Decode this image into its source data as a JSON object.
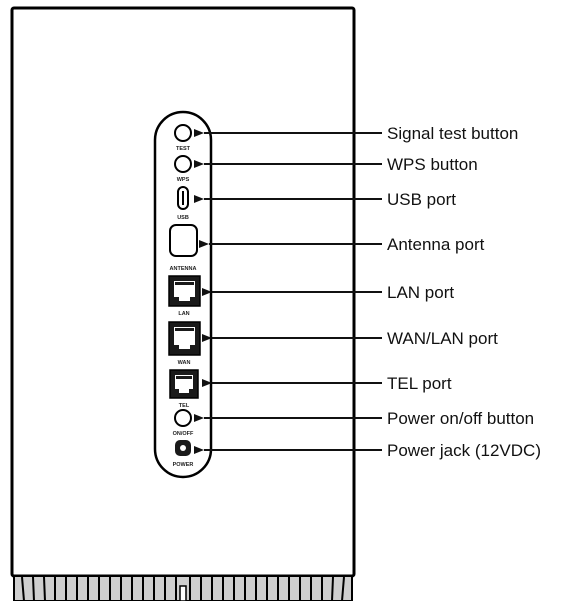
{
  "port_tags": {
    "test": "TEST",
    "wps": "WPS",
    "usb": "USB",
    "antenna": "ANTENNA",
    "lan": "LAN",
    "wan": "WAN",
    "tel": "TEL",
    "onoff": "ON/OFF",
    "power": "POWER"
  },
  "callouts": [
    "Signal test button",
    "WPS button",
    "USB port",
    "Antenna port",
    "LAN port",
    "WAN/LAN port",
    "TEL port",
    "Power on/off button",
    "Power jack (12VDC)"
  ]
}
